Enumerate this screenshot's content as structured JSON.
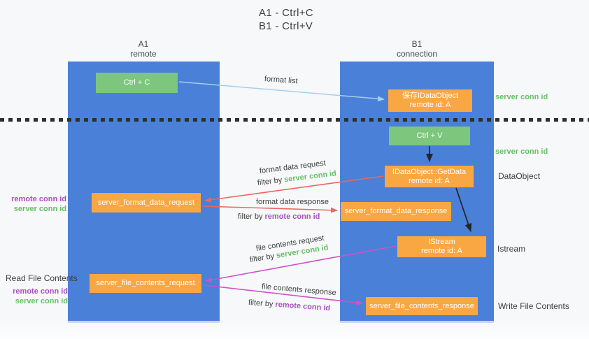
{
  "title": {
    "line1": "A1 - Ctrl+C",
    "line2": "B1 - Ctrl+V"
  },
  "lifelines": {
    "left": {
      "name": "A1",
      "role": "remote"
    },
    "right": {
      "name": "B1",
      "role": "connection"
    }
  },
  "nodes": {
    "ctrl_c": {
      "label": "Ctrl + C"
    },
    "ctrl_v": {
      "label": "Ctrl + V"
    },
    "save_dataobject": {
      "line1": "保存IDataObject",
      "line2": "remote id: A"
    },
    "getdata": {
      "line1": "IDataObject::GetData",
      "line2": "remote id: A"
    },
    "istream": {
      "line1": "IStream",
      "line2": "remote id: A"
    },
    "format_request": {
      "label": "server_format_data_request"
    },
    "format_response": {
      "label": "server_format_data_response"
    },
    "file_request": {
      "label": "server_file_contents_request"
    },
    "file_response": {
      "label": "server_file_contents_response"
    }
  },
  "arrow_labels": {
    "format_list": "format list",
    "format_data_request": "format data request",
    "format_data_response": "format data response",
    "file_contents_request": "file contents request",
    "file_contents_response": "file contents response",
    "filter_by": "filter by ",
    "server_conn_id": "server conn id",
    "remote_conn_id": "remote conn id"
  },
  "side_labels": {
    "server_conn_id_top": "server conn id",
    "server_conn_id_mid": "server conn id",
    "dataobject": "DataObject",
    "istream": "Istream",
    "request_left": {
      "remote": "remote conn id",
      "server": "server conn id"
    },
    "read_file_contents": "Read File Contents",
    "file_request_left": {
      "remote": "remote conn id",
      "server": "server conn id"
    },
    "write_file_contents": "Write File Contents"
  },
  "colors": {
    "blue": "#4a80d8",
    "green": "#7cc67d",
    "orange": "#f9a743",
    "green-text": "#67bf67",
    "purple-text": "#a94fc0",
    "arrow-blue": "#a5cfee",
    "arrow-black": "#262626",
    "arrow-red": "#e8685f",
    "arrow-magenta": "#cc52c8"
  }
}
